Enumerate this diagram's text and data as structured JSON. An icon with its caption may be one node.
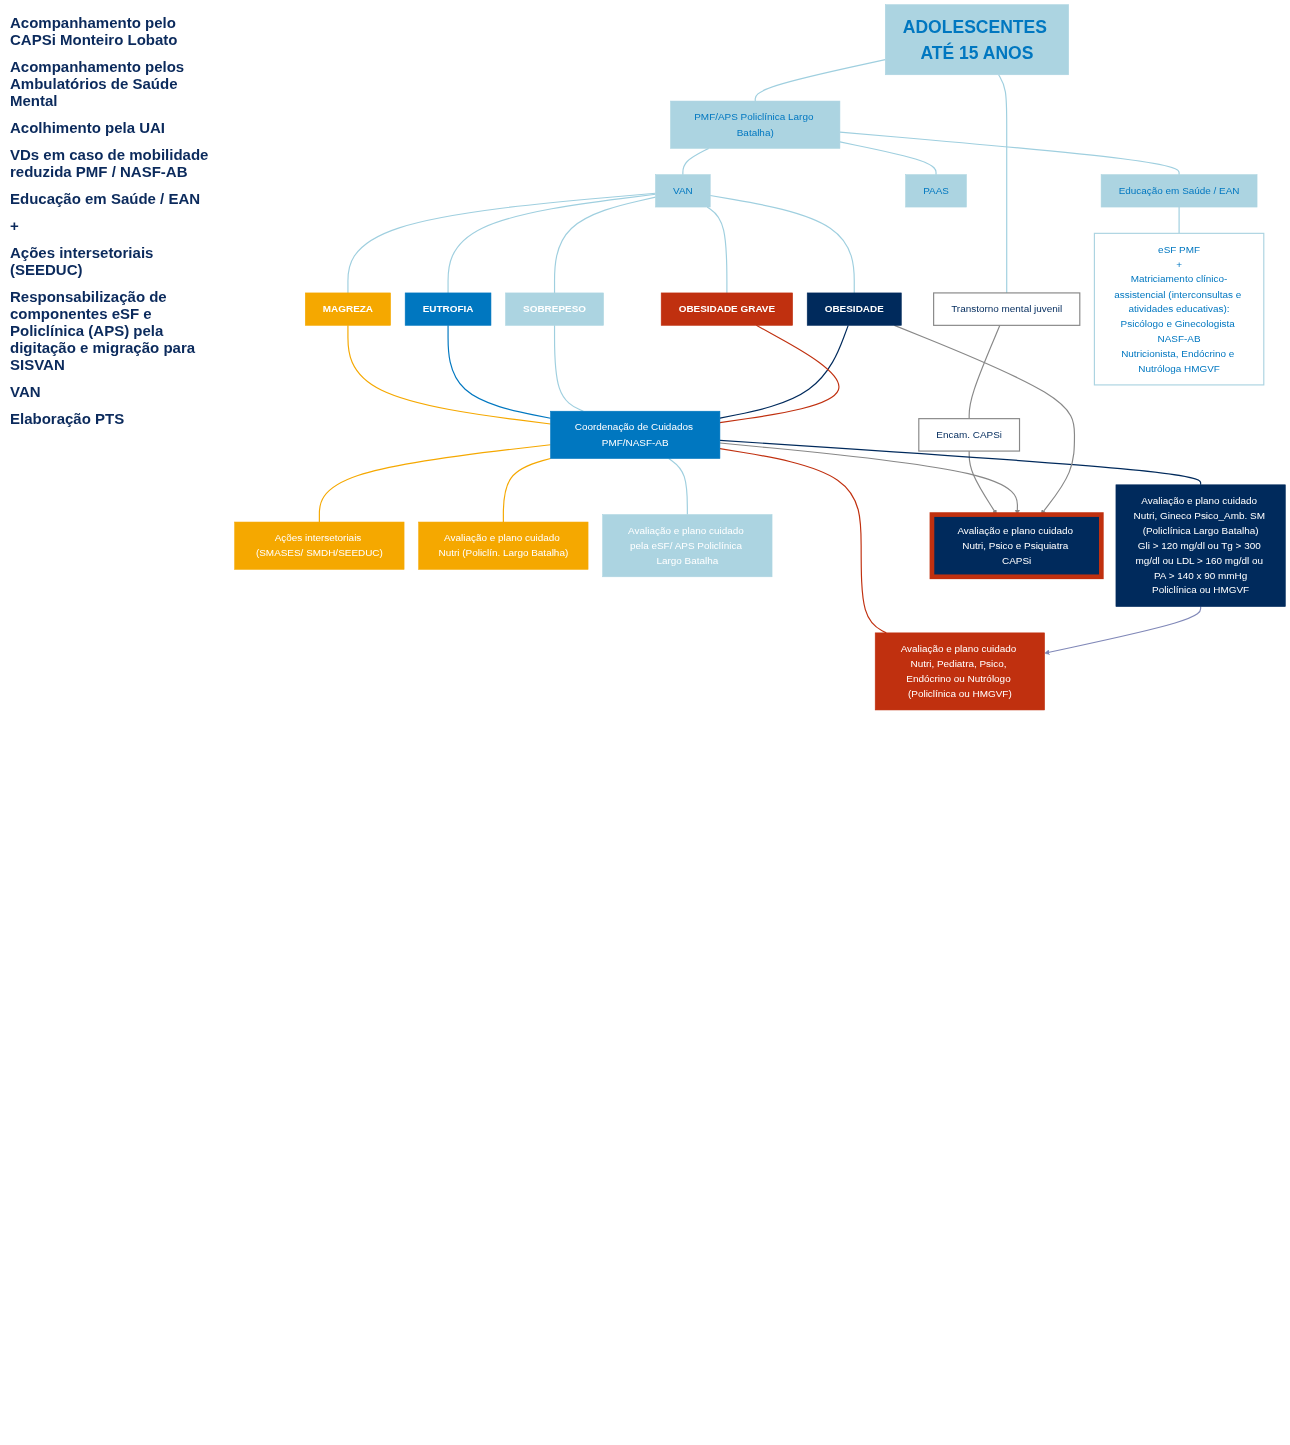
{
  "diagram": {
    "nodes": [
      {
        "text": [
          "ADOLESCENTES ATÉ 15 ANOS"
        ]
      },
      {
        "text": [
          "Transtorno mental juvenil"
        ]
      },
      {
        "text": [
          "Encam. CAPSi"
        ]
      },
      {
        "text": [
          "PMF/APS Policlínica Largo Batalha)"
        ]
      },
      {
        "text": [
          "Educação em Saúde / EAN"
        ]
      },
      {
        "text": [
          "PAAS"
        ]
      },
      {
        "text": [
          "VAN"
        ]
      },
      {
        "text": [
          "MAGREZA"
        ]
      },
      {
        "text": [
          "EUTROFIA"
        ]
      },
      {
        "text": [
          "SOBREPESO"
        ]
      },
      {
        "text": [
          "OBESIDADE"
        ]
      },
      {
        "text": [
          "OBESIDADE GRAVE"
        ]
      },
      {
        "text": [
          "Coordenação de Cuidados PMF/NASF-AB"
        ]
      },
      {
        "text": [
          "Ações intersetoriais (SMASES/ SMDH/SEEDUC)"
        ]
      },
      {
        "text": [
          "Avaliação e plano cuidado Nutri (Policlín. Largo Batalha)"
        ]
      },
      {
        "text": [
          "Avaliação e plano cuidado pela eSF/ APS Policlínica Largo Batalha"
        ]
      },
      {
        "text": [
          "Avaliação e plano cuidado Nutri, Pediatra, Psico, Endócrino ou Nutrólogo (Policlínica ou HMGVF)"
        ]
      },
      {
        "text": [
          "eSF PMF",
          "+",
          "Matriciamento clínico-assistencial (interconsultas e atividades educativas):",
          "Psicólogo e Ginecologista NASF-AB",
          "Nutricionista, Endócrino e Nutróloga HMGVF"
        ]
      },
      {
        "text": [
          "Avaliação e plano cuidado Nutri, Gineco Psico_Amb. SM (Policlínica Largo Batalha)",
          "Gli > 120 mg/dl ou Tg > 300 mg/dl ou LDL > 160 mg/dl ou PA > 140 x 90 mmHg",
          "Policlínica ou HMGVF"
        ]
      },
      {
        "text": [
          "Avaliação e plano cuidado Nutri, Psico e Psiquiatra CAPSi"
        ]
      }
    ],
    "edges": [
      {
        "from": 0,
        "to": 1,
        "arrow": "none"
      },
      {
        "from": 1,
        "to": 2,
        "arrow": "none",
        "color": "#888888"
      },
      {
        "from": 2,
        "to": 19,
        "arrow": "to",
        "color": "#888888"
      },
      {
        "from": 0,
        "to": 3,
        "arrow": "none"
      },
      {
        "from": 3,
        "to": 4,
        "arrow": "none"
      },
      {
        "from": 3,
        "to": 5,
        "arrow": "none"
      },
      {
        "from": 3,
        "to": 6,
        "arrow": "none"
      },
      {
        "from": 6,
        "to": 7,
        "arrow": "none"
      },
      {
        "from": 6,
        "to": 8,
        "arrow": "none"
      },
      {
        "from": 6,
        "to": 9,
        "arrow": "none"
      },
      {
        "from": 6,
        "to": 10,
        "arrow": "none"
      },
      {
        "from": 6,
        "to": 11,
        "arrow": "none"
      },
      {
        "from": 7,
        "to": 12,
        "arrow": "none",
        "color": "#f5a800"
      },
      {
        "from": 8,
        "to": 12,
        "arrow": "none",
        "color": "#0077c0"
      },
      {
        "from": 9,
        "to": 12,
        "arrow": "none"
      },
      {
        "from": 10,
        "to": 12,
        "arrow": "none",
        "color": "#002a5c"
      },
      {
        "from": 11,
        "to": 12,
        "arrow": "none",
        "color": "#c0300f"
      },
      {
        "from": 12,
        "to": 13,
        "arrow": "none",
        "color": "#f5a800"
      },
      {
        "from": 12,
        "to": 14,
        "arrow": "none",
        "color": "#f5a800"
      },
      {
        "from": 12,
        "to": 15,
        "arrow": "none"
      },
      {
        "from": 12,
        "to": 18,
        "arrow": "none",
        "color": "#002a5c"
      },
      {
        "from": 12,
        "to": 16,
        "arrow": "none",
        "color": "#c0300f"
      },
      {
        "from": 12,
        "to": 19,
        "arrow": "to",
        "color": "#888888"
      },
      {
        "from": 10,
        "to": 19,
        "arrow": "to",
        "color": "#888888"
      },
      {
        "from": 4,
        "to": 17,
        "arrow": "none"
      },
      {
        "from": 18,
        "to": 16,
        "arrow": "to",
        "color": "#8088b8"
      }
    ],
    "labels": [
      "Acompanhamento pelo CAPSi Monteiro Lobato",
      "Acompanhamento pelos Ambulatórios de Saúde Mental",
      "Acolhimento pela UAI",
      "VDs em caso de mobilidade reduzida PMF / NASF-AB",
      "Educação em Saúde / EAN",
      "+",
      "Ações intersetoriais (SEEDUC)",
      "Responsabilização de componentes eSF e Policlínica (APS) pela digitação e migração para SISVAN",
      "VAN",
      "Elaboração PTS"
    ]
  }
}
